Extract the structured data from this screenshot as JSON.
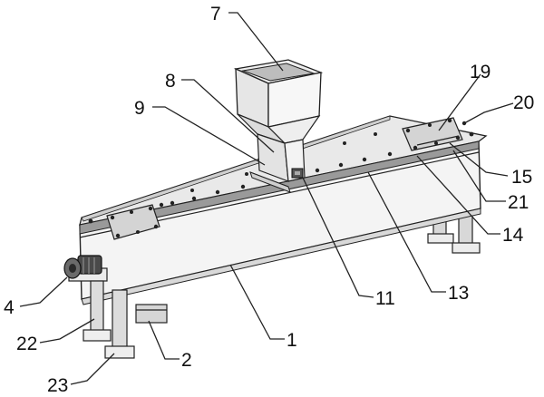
{
  "callouts": [
    {
      "id": "c7",
      "label": "7"
    },
    {
      "id": "c8",
      "label": "8"
    },
    {
      "id": "c9",
      "label": "9"
    },
    {
      "id": "c19",
      "label": "19"
    },
    {
      "id": "c20",
      "label": "20"
    },
    {
      "id": "c15",
      "label": "15"
    },
    {
      "id": "c21",
      "label": "21"
    },
    {
      "id": "c14",
      "label": "14"
    },
    {
      "id": "c4",
      "label": "4"
    },
    {
      "id": "c11",
      "label": "11"
    },
    {
      "id": "c13",
      "label": "13"
    },
    {
      "id": "c1",
      "label": "1"
    },
    {
      "id": "c22",
      "label": "22"
    },
    {
      "id": "c2",
      "label": "2"
    },
    {
      "id": "c23",
      "label": "23"
    }
  ]
}
